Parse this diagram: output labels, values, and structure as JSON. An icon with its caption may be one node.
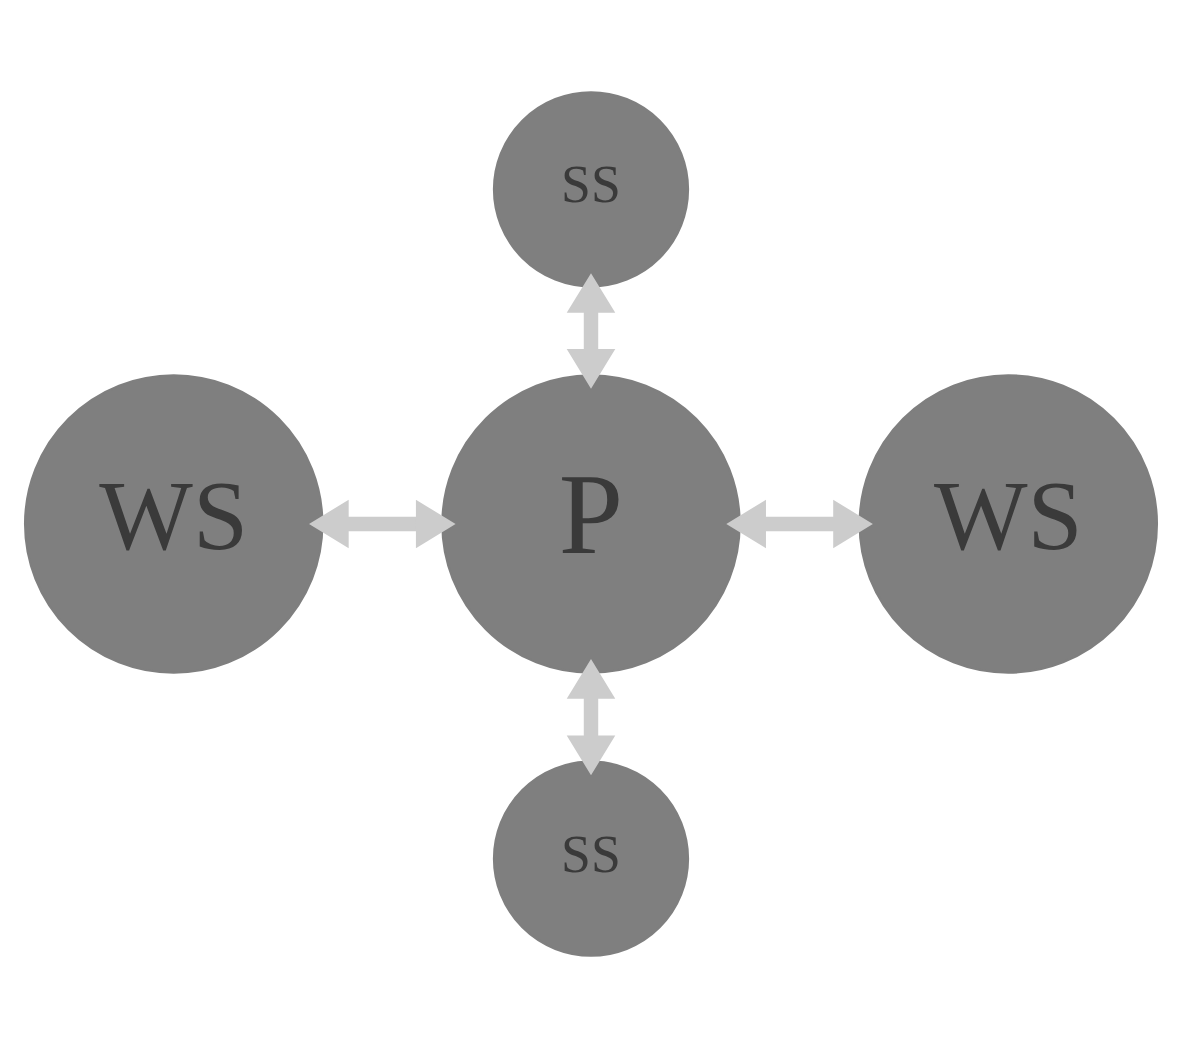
{
  "diagram": {
    "nodes": [
      {
        "text": [
          "SS"
        ]
      },
      {
        "text": [
          "WS"
        ]
      },
      {
        "text": [
          "P"
        ]
      },
      {
        "text": [
          "WS"
        ]
      },
      {
        "text": [
          "SS"
        ]
      }
    ],
    "edges": [
      {
        "from": 0,
        "to": 2,
        "arrow": "both"
      },
      {
        "from": 1,
        "to": 2,
        "arrow": "both"
      },
      {
        "from": 2,
        "to": 3,
        "arrow": "both"
      },
      {
        "from": 2,
        "to": 4,
        "arrow": "both"
      }
    ]
  }
}
